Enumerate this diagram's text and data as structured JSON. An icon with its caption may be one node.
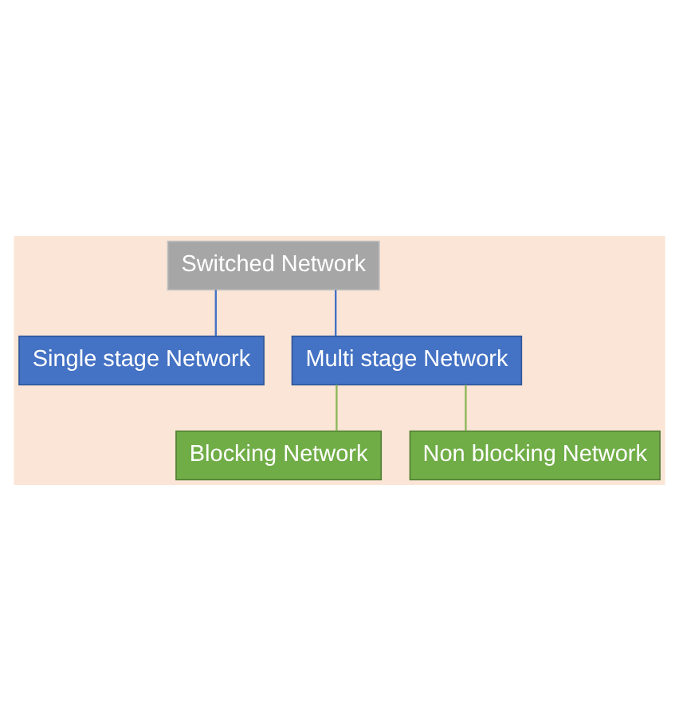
{
  "diagram": {
    "nodes": [
      {
        "text": [
          "Switched Network"
        ]
      },
      {
        "text": [
          "Single stage Network"
        ]
      },
      {
        "text": [
          "Multi stage Network"
        ]
      },
      {
        "text": [
          "Blocking Network"
        ]
      },
      {
        "text": [
          "Non blocking Network"
        ]
      }
    ],
    "edges": [
      {
        "from": 0,
        "to": 1,
        "arrow": "none"
      },
      {
        "from": 0,
        "to": 2,
        "arrow": "none"
      },
      {
        "from": 2,
        "to": 3,
        "arrow": "none",
        "color": "#8cb85c"
      },
      {
        "from": 2,
        "to": 4,
        "arrow": "none",
        "color": "#8cb85c"
      }
    ]
  }
}
